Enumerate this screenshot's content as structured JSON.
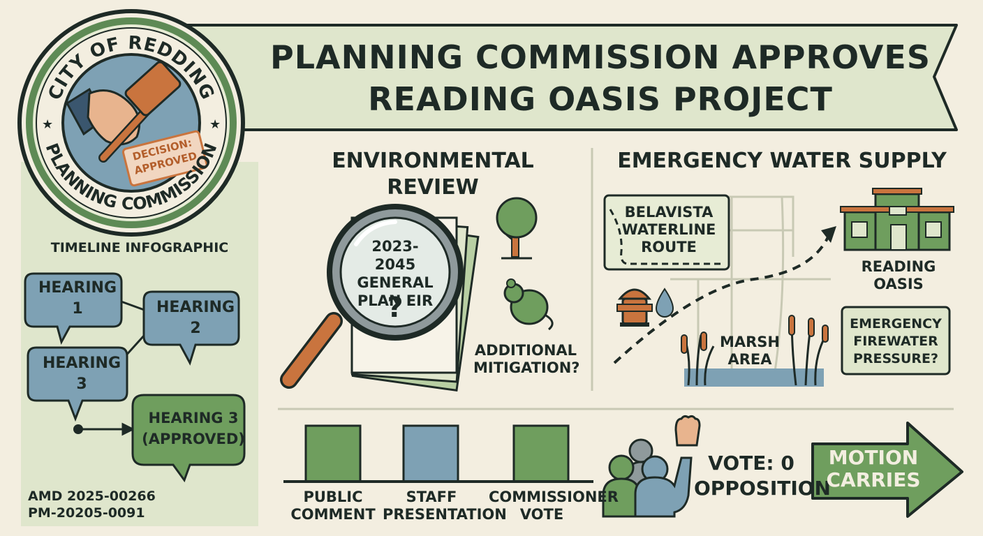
{
  "header": {
    "title": "PLANNING COMMISSION APPROVES READING OASIS PROJECT"
  },
  "seal": {
    "top_text": "CITY OF REDDING",
    "bottom_text": "PLANNING COMMISSION",
    "stamp": "DECISION: APPROVED"
  },
  "timeline": {
    "title": "TIMELINE INFOGRAPHIC",
    "hearings": [
      "HEARING 1",
      "HEARING 2",
      "HEARING 3",
      "HEARING 3 (APPROVED)"
    ],
    "case_numbers": [
      "AMD 2025-00266",
      "PM-20205-0091"
    ]
  },
  "environmental": {
    "title": "ENVIRONMENTAL REVIEW",
    "document": "2023-2045 GENERAL PLAN EIR",
    "question": "?",
    "note": "ADDITIONAL MITIGATION?"
  },
  "water": {
    "title": "EMERGENCY WATER SUPPLY",
    "route": "BELAVISTA WATERLINE ROUTE",
    "marsh": "MARSH AREA",
    "destination": "READING OASIS",
    "question": "EMERGENCY FIREWATER PRESSURE?"
  },
  "process": {
    "steps": [
      {
        "label": "PUBLIC COMMENT",
        "color": "#6f9e5e"
      },
      {
        "label": "STAFF PRESENTATION",
        "color": "#7ea1b4"
      },
      {
        "label": "COMMISSIONER VOTE",
        "color": "#6f9e5e"
      }
    ]
  },
  "vote": {
    "result": "VOTE: 0 OPPOSITION",
    "outcome": "MOTION CARRIES"
  },
  "colors": {
    "green": "#6f9e5e",
    "blue": "#7ea1b4",
    "panel": "#dfe6cc",
    "orange": "#c9743e",
    "ink": "#1e2a26"
  }
}
